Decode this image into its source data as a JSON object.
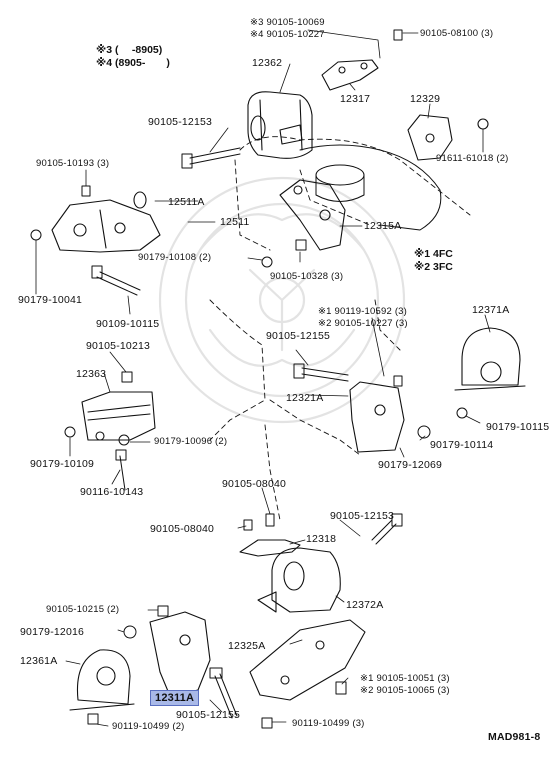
{
  "colors": {
    "line": "#111111",
    "highlight": "#a9b9e8",
    "watermark": "#e3e3e3"
  },
  "legend_top_left": [
    {
      "mark": "※3",
      "text": "(　 -8905)"
    },
    {
      "mark": "※4",
      "text": "(8905-　　)"
    }
  ],
  "legend_engine": [
    {
      "mark": "※1",
      "text": "4FC"
    },
    {
      "mark": "※2",
      "text": "3FC"
    }
  ],
  "labels": {
    "p_90105_10069": "※3 90105-10069",
    "p_90105_10227_top": "※4 90105-10227",
    "p_90105_08100": "90105-08100 (3)",
    "p_12362": "12362",
    "p_12317": "12317",
    "p_12329": "12329",
    "p_90105_12153_top": "90105-12153",
    "p_91611_61018": "91611-61018 (2)",
    "p_90105_10193": "90105-10193 (3)",
    "p_12511A": "12511A",
    "p_12511": "12511",
    "p_12315A": "12315A",
    "p_90179_10108": "90179-10108 (2)",
    "p_90105_10328": "90105-10328 (3)",
    "p_90179_10041": "90179-10041",
    "p_90109_10115": "90109-10115",
    "p_90119_10592": "※1 90119-10592 (3)",
    "p_90105_10227_mid": "※2 90105-10227 (3)",
    "p_12371A": "12371A",
    "p_90105_10213": "90105-10213",
    "p_90105_12155_mid": "90105-12155",
    "p_12363": "12363",
    "p_12321A": "12321A",
    "p_90179_10115": "90179-10115",
    "p_90179_10096": "90179-10096 (2)",
    "p_90179_10114": "90179-10114",
    "p_90179_10109": "90179-10109",
    "p_90179_12069": "90179-12069",
    "p_90116_10143": "90116-10143",
    "p_90105_08040_a": "90105-08040",
    "p_90105_08040_b": "90105-08040",
    "p_90105_12153_bot": "90105-12153",
    "p_12318": "12318",
    "p_12372A": "12372A",
    "p_90105_10215": "90105-10215 (2)",
    "p_90179_12016": "90179-12016",
    "p_12325A": "12325A",
    "p_12361A": "12361A",
    "p_12311A": "12311A",
    "p_90105_10051": "※1 90105-10051 (3)",
    "p_90105_10065": "※2 90105-10065 (3)",
    "p_90105_12155_bot": "90105-12155",
    "p_90119_10499_a": "90119-10499 (2)",
    "p_90119_10499_b": "90119-10499 (3)",
    "code": "MAD981-8"
  }
}
